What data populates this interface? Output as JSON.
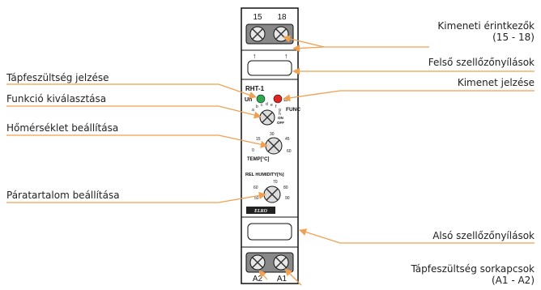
{
  "device": {
    "model": "RHT-1",
    "terminals_top": [
      "15",
      "18"
    ],
    "terminals_bottom": [
      "A2",
      "A1"
    ],
    "un_label": "Un",
    "func_label": "FUNC",
    "func_dial_labels": [
      "a",
      "b",
      "c",
      "d",
      "e",
      "f",
      "g",
      "h",
      "ON",
      "OFF"
    ],
    "temp_label": "TEMP[°C]",
    "temp_scale": [
      "0",
      "15",
      "30",
      "45",
      "60"
    ],
    "hum_label": "REL HUMIDITY[%]",
    "hum_scale": [
      "60",
      "70",
      "80",
      "90",
      "50"
    ],
    "brand": "ELKO",
    "colors": {
      "led_power": "#2fa84f",
      "led_output": "#e02424",
      "arrow": "#f0a050"
    }
  },
  "labels": {
    "outputs_line1": "Kimeneti érintkezők",
    "outputs_line2": "(15 - 18)",
    "upper_vents": "Felső szellőzőnyílások",
    "supply_indicator": "Tápfeszültség jelzése",
    "output_indicator": "Kimenet jelzése",
    "function_select": "Funkció kiválasztása",
    "temp_setting": "Hőmérséklet beállítása",
    "humidity_setting": "Páratartalom beállítása",
    "lower_vents": "Alsó szellőzőnyílások",
    "supply_terminals_line1": "Tápfeszültség sorkapcsok",
    "supply_terminals_line2": "(A1 - A2)"
  }
}
